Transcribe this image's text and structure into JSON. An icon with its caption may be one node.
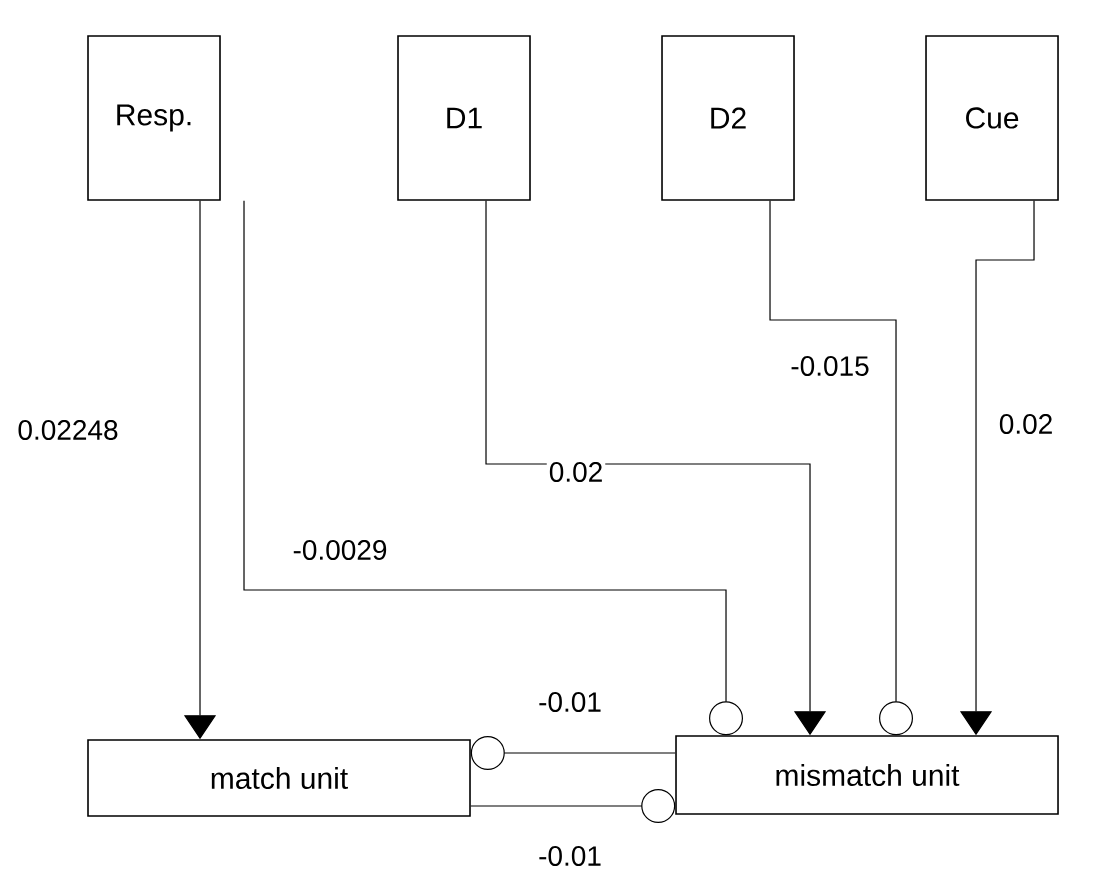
{
  "diagram": {
    "nodes": [
      {
        "text": [
          "Resp."
        ]
      },
      {
        "text": [
          "D1"
        ]
      },
      {
        "text": [
          "D2"
        ]
      },
      {
        "text": [
          "Cue"
        ]
      },
      {
        "text": [
          "match unit"
        ]
      },
      {
        "text": [
          "mismatch unit"
        ]
      }
    ],
    "edges": [
      {
        "from": 0,
        "to": 4,
        "arrow": "to",
        "label": "0.02248"
      },
      {
        "from": 0,
        "to": 5,
        "arrow": "other",
        "label": "-0.0029"
      },
      {
        "from": 1,
        "to": 5,
        "arrow": "to",
        "label": "0.02"
      },
      {
        "from": 2,
        "to": 5,
        "arrow": "other",
        "label": "-0.015"
      },
      {
        "from": 3,
        "to": 5,
        "arrow": "to",
        "label": "0.02"
      },
      {
        "from": 5,
        "to": 4,
        "arrow": "other",
        "label": "-0.01"
      },
      {
        "from": 4,
        "to": 5,
        "arrow": "other",
        "label": "-0.01"
      }
    ]
  }
}
